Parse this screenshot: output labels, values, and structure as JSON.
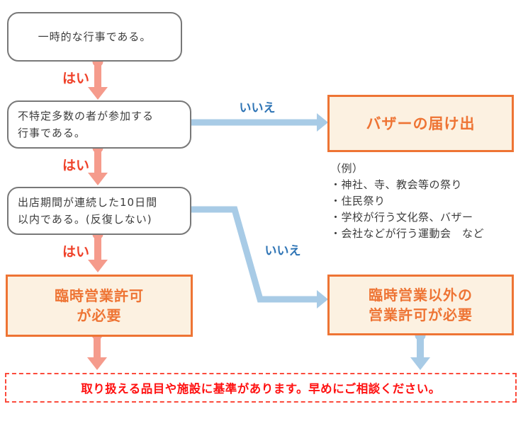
{
  "labels": {
    "yes": "はい",
    "no": "いいえ"
  },
  "nodes": {
    "q1": {
      "text": "一時的な行事である。"
    },
    "q2": {
      "lines": [
        "不特定多数の者が参加する",
        "行事である。"
      ]
    },
    "q3": {
      "lines": [
        "出店期間が連続した10日間",
        "以内である。(反復しない)"
      ]
    },
    "bazaar": {
      "text": "バザーの届け出"
    },
    "temp_permit": {
      "lines": [
        "臨時営業許可",
        "が必要"
      ]
    },
    "other_permit": {
      "lines": [
        "臨時営業以外の",
        "営業許可が必要"
      ]
    },
    "notice": {
      "text": "取り扱える品目や施設に基準があります。早めにご相談ください。"
    }
  },
  "examples": {
    "heading": "（例）",
    "items": [
      "・神社、寺、教会等の祭り",
      "・住民祭り",
      "・学校が行う文化祭、バザー",
      "・会社などが行う運動会　など"
    ]
  },
  "colors": {
    "yes_arrow": "#F59B8C",
    "yes_label": "#EF4129",
    "no_arrow": "#A8CBE6",
    "no_label": "#2E74B5",
    "orange_border": "#EE7434",
    "orange_fill": "#FCF1E1",
    "gray_border": "#787878",
    "text": "#3C3C3C",
    "notice_text": "#FF1111",
    "notice_border": "#FB4B3C"
  }
}
